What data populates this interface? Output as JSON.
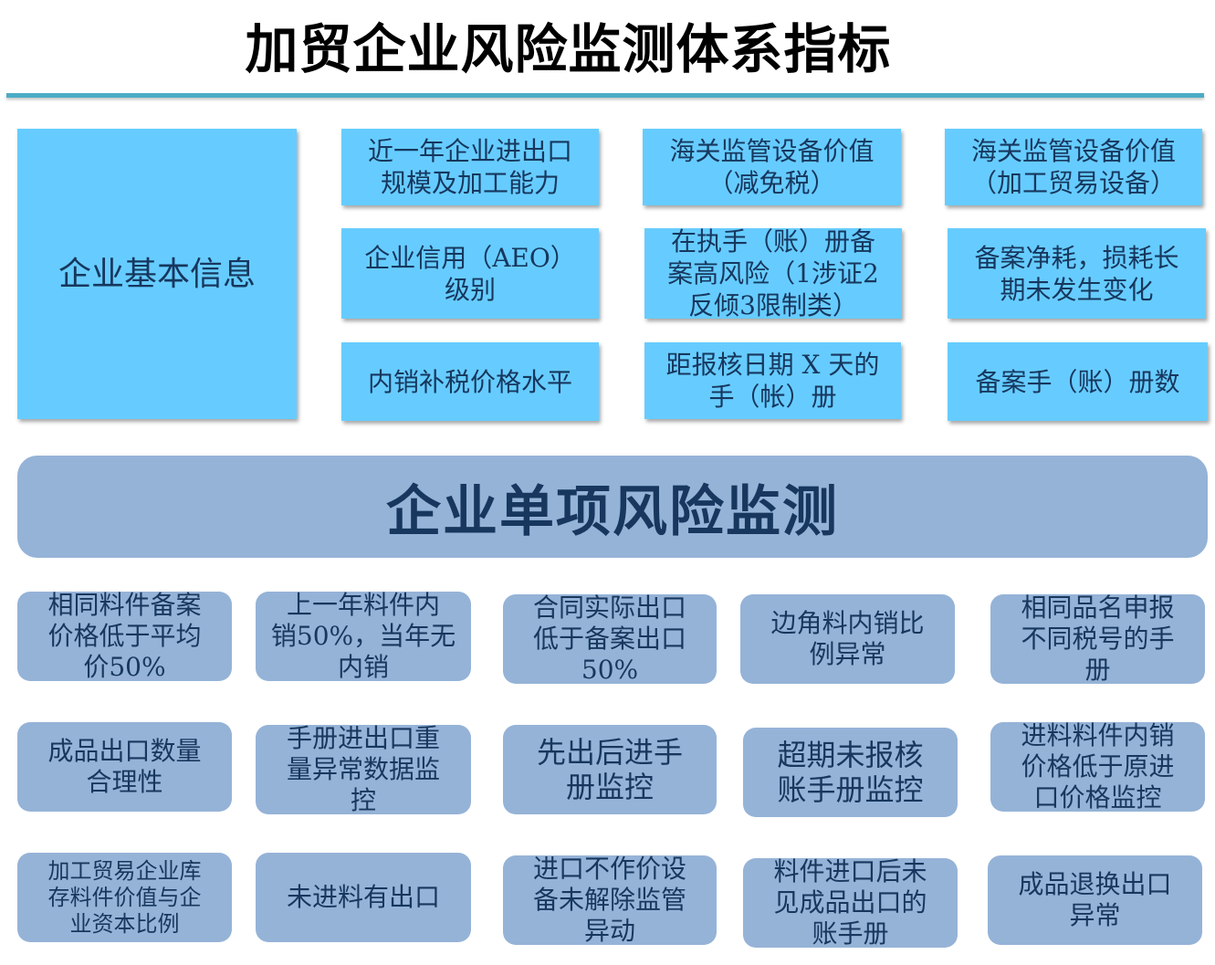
{
  "title": "加贸企业风险监测体系指标",
  "info_box": "企业基本信息",
  "indicators": [
    "近一年企业进出口\n规模及加工能力",
    "海关监管设备价值\n（减免税）",
    "海关监管设备价值\n（加工贸易设备）",
    "企业信用（AEO）\n级别",
    "在执手（账）册备\n案高风险（1涉证2\n反倾3限制类）",
    "备案净耗，损耗长\n期未发生变化",
    "内销补税价格水平",
    "距报核日期 X 天的\n手（帐）册",
    "备案手（账）册数"
  ],
  "banner": "企业单项风险监测",
  "monitors": [
    "相同料件备案\n价格低于平均\n价50%",
    "上一年料件内\n销50%，当年无\n内销",
    "合同实际出口\n低于备案出口\n50%",
    "边角料内销比\n例异常",
    "相同品名申报\n不同税号的手\n册",
    "成品出口数量\n合理性",
    "手册进出口重\n量异常数据监\n控",
    "先出后进手\n册监控",
    "超期未报核\n账手册监控",
    "进料料件内销\n价格低于原进\n口价格监控",
    "加工贸易企业库\n存料件价值与企\n业资本比例",
    "未进料有出口",
    "进口不作价设\n备未解除监管\n异动",
    "料件进口后未\n见成品出口的\n账手册",
    "成品退换出口\n异常"
  ],
  "colors": {
    "accent_rule": "#4bacc6",
    "cyan_box": "#66ccff",
    "blue_box": "#95b3d7",
    "dark_text": "#17375e"
  }
}
